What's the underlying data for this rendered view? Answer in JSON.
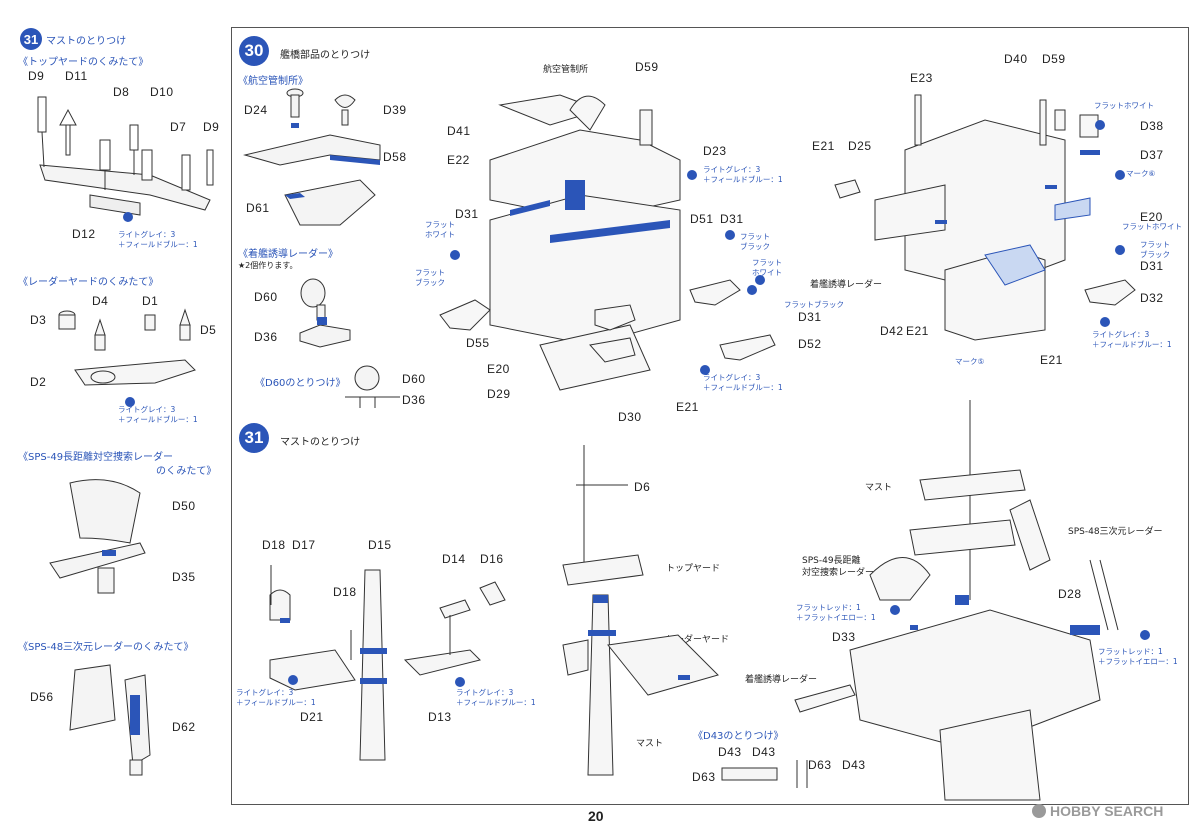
{
  "page_number": "20",
  "watermark": {
    "text": "HOBBY SEARCH"
  },
  "colors": {
    "accent": "#2b55b8",
    "line": "#333333"
  },
  "left_column": {
    "header": {
      "step": "31",
      "title": "マストのとりつけ"
    },
    "top_yard": {
      "title": "《トップヤードのくみたて》",
      "parts": [
        "D9",
        "D11",
        "D8",
        "D10",
        "D7",
        "D9",
        "D12"
      ],
      "note": [
        "ライトグレイ：3",
        "＋フィールドブルー：1"
      ]
    },
    "radar_yard": {
      "title": "《レーダーヤードのくみたて》",
      "parts": [
        "D4",
        "D1",
        "D3",
        "D5",
        "D2"
      ],
      "note": [
        "ライトグレイ：3",
        "＋フィールドブルー：1"
      ]
    },
    "sps49": {
      "title_line1": "《SPS-49長距離対空捜索レーダー",
      "title_line2": "のくみたて》",
      "parts": [
        "D50",
        "D35"
      ]
    },
    "sps48": {
      "title": "《SPS-48三次元レーダーのくみたて》",
      "parts": [
        "D56",
        "D62"
      ]
    }
  },
  "step30": {
    "step": "30",
    "title": "艦橋部品のとりつけ",
    "control": {
      "title": "《航空管制所》",
      "parts": [
        "D24",
        "D39",
        "D58",
        "D61"
      ]
    },
    "guide_radar": {
      "title": "《着艦誘導レーダー》",
      "sub": "★2個作ります。",
      "parts": [
        "D60",
        "D36"
      ]
    },
    "d60_mount": {
      "title": "《D60のとりつけ》",
      "parts": [
        "D60",
        "D36"
      ]
    },
    "center": {
      "label_control": "航空管制所",
      "parts": [
        "D59",
        "D41",
        "D23",
        "E22",
        "D31",
        "D51",
        "D31",
        "D31",
        "D55",
        "E20",
        "D29",
        "D30",
        "E21",
        "D52"
      ],
      "paint_flat_white": [
        "フラット",
        "ホワイト"
      ],
      "paint_flat_black": [
        "フラット",
        "ブラック"
      ],
      "paint_flat_black_inline": "フラットブラック",
      "note_a": [
        "ライトグレイ：3",
        "＋フィールドブルー：1"
      ],
      "note_b": [
        "ライトグレイ：3",
        "＋フィールドブルー：1"
      ]
    },
    "right": {
      "parts": [
        "D40",
        "D59",
        "E23",
        "D38",
        "D37",
        "E21",
        "D25",
        "E20",
        "D31",
        "D32",
        "D42",
        "E21",
        "E21"
      ],
      "paint_flat_white": "フラットホワイト",
      "paint_flat_white_2": "フラットホワイト",
      "paint_flat_black": [
        "フラット",
        "ブラック"
      ],
      "mark6": "マーク⑥",
      "mark5": "マーク⑤",
      "guide_radar": "着艦誘導レーダー",
      "note": [
        "ライトグレイ：3",
        "＋フィールドブルー：1"
      ]
    }
  },
  "step31": {
    "step": "31",
    "title": "マストのとりつけ",
    "parts_left": [
      "D18",
      "D17",
      "D15",
      "D18",
      "D14",
      "D16",
      "D21",
      "D13"
    ],
    "note_left_a": [
      "ライトグレイ：3",
      "＋フィールドブルー：1"
    ],
    "note_left_b": [
      "ライトグレイ：3",
      "＋フィールドブルー：1"
    ],
    "center": {
      "part": "D6",
      "top_yard": "トップヤード",
      "radar_yard": "レーダーヤード",
      "mast": "マスト"
    },
    "right": {
      "mast": "マスト",
      "sps48": "SPS-48三次元レーダー",
      "sps49_l1": "SPS-49長距離",
      "sps49_l2": "対空捜索レーダー",
      "part_d28": "D28",
      "part_d33": "D33",
      "note_red": [
        "フラットレッド：1",
        "＋フラットイエロー：1"
      ],
      "note_red2": [
        "フラットレッド：1",
        "＋フラットイエロー：1"
      ],
      "guide_radar": "着艦誘導レーダー",
      "d43_title": "《D43のとりつけ》",
      "parts_d43": [
        "D43",
        "D43",
        "D63",
        "D63",
        "D43"
      ]
    }
  }
}
